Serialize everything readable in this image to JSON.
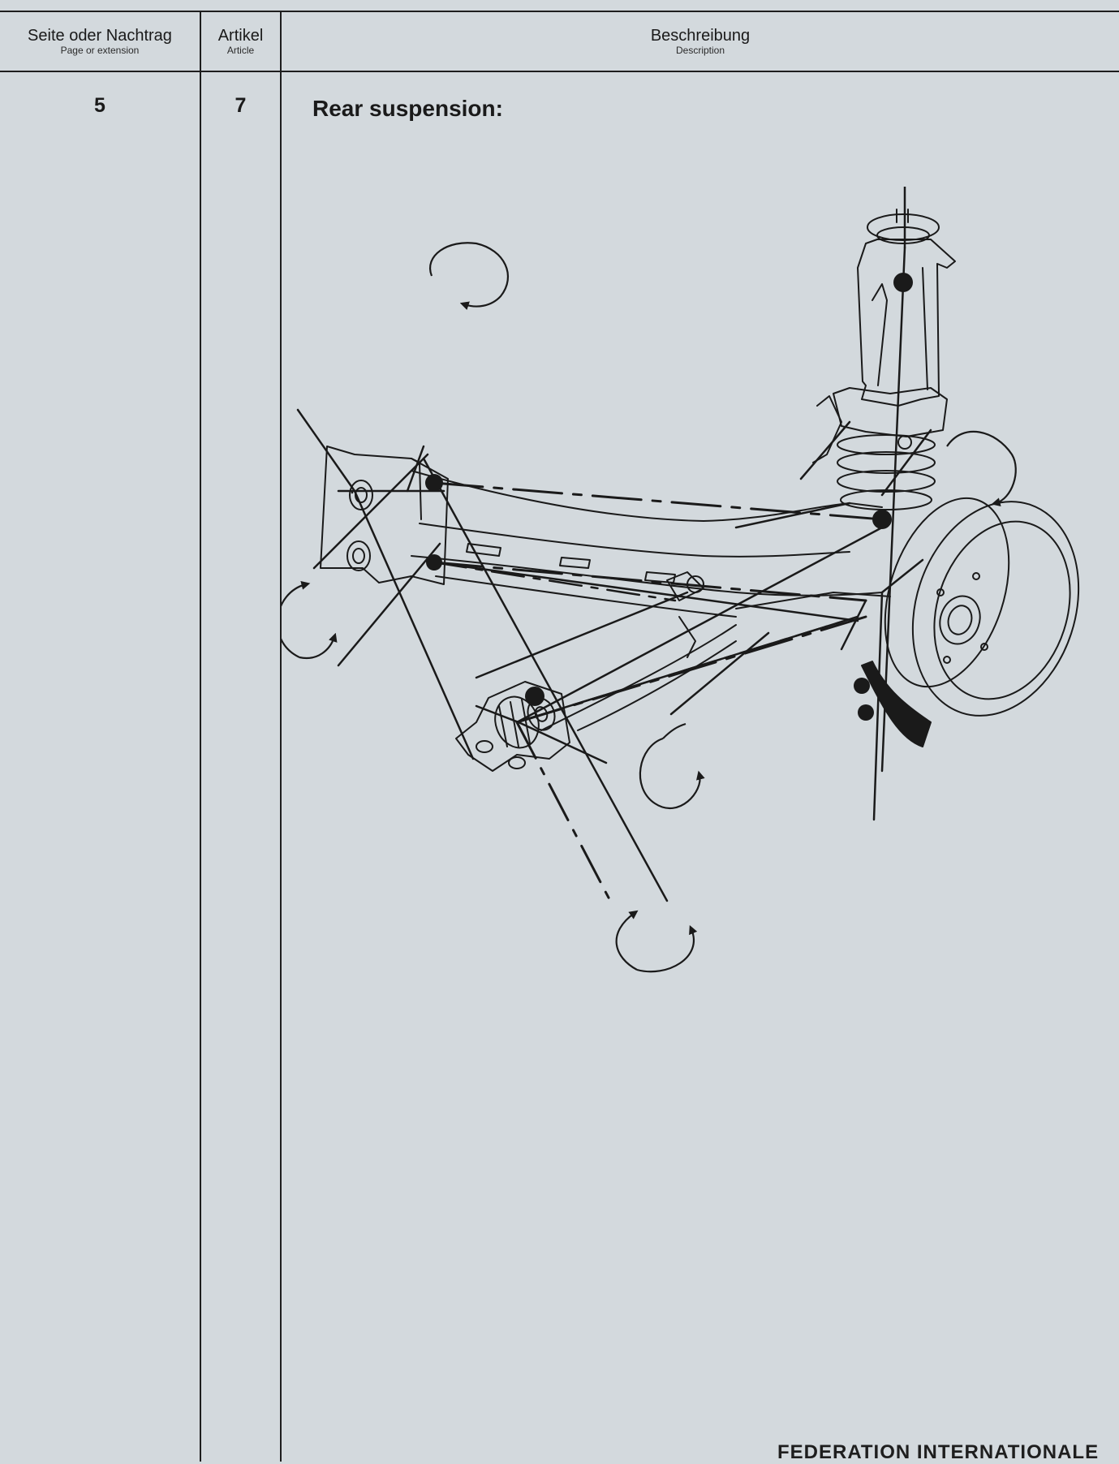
{
  "header": {
    "page_label": "Seite oder Nachtrag",
    "page_sublabel": "Page or extension",
    "article_label": "Artikel",
    "article_sublabel": "Article",
    "description_label": "Beschreibung",
    "description_sublabel": "Description"
  },
  "row": {
    "page": "5",
    "article": "7",
    "description_title": "Rear suspension:"
  },
  "footer": {
    "organization": "FEDERATION INTERNATIONALE"
  }
}
